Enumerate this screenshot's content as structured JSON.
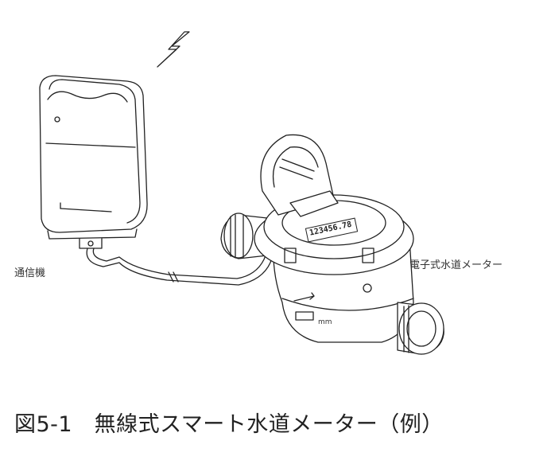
{
  "labels": {
    "communicator": "通信機",
    "meter": "電子式水道メーター"
  },
  "meter_display": "123456.78",
  "meter_unit": "mm",
  "caption": "図5-1　無線式スマート水道メーター（例）"
}
